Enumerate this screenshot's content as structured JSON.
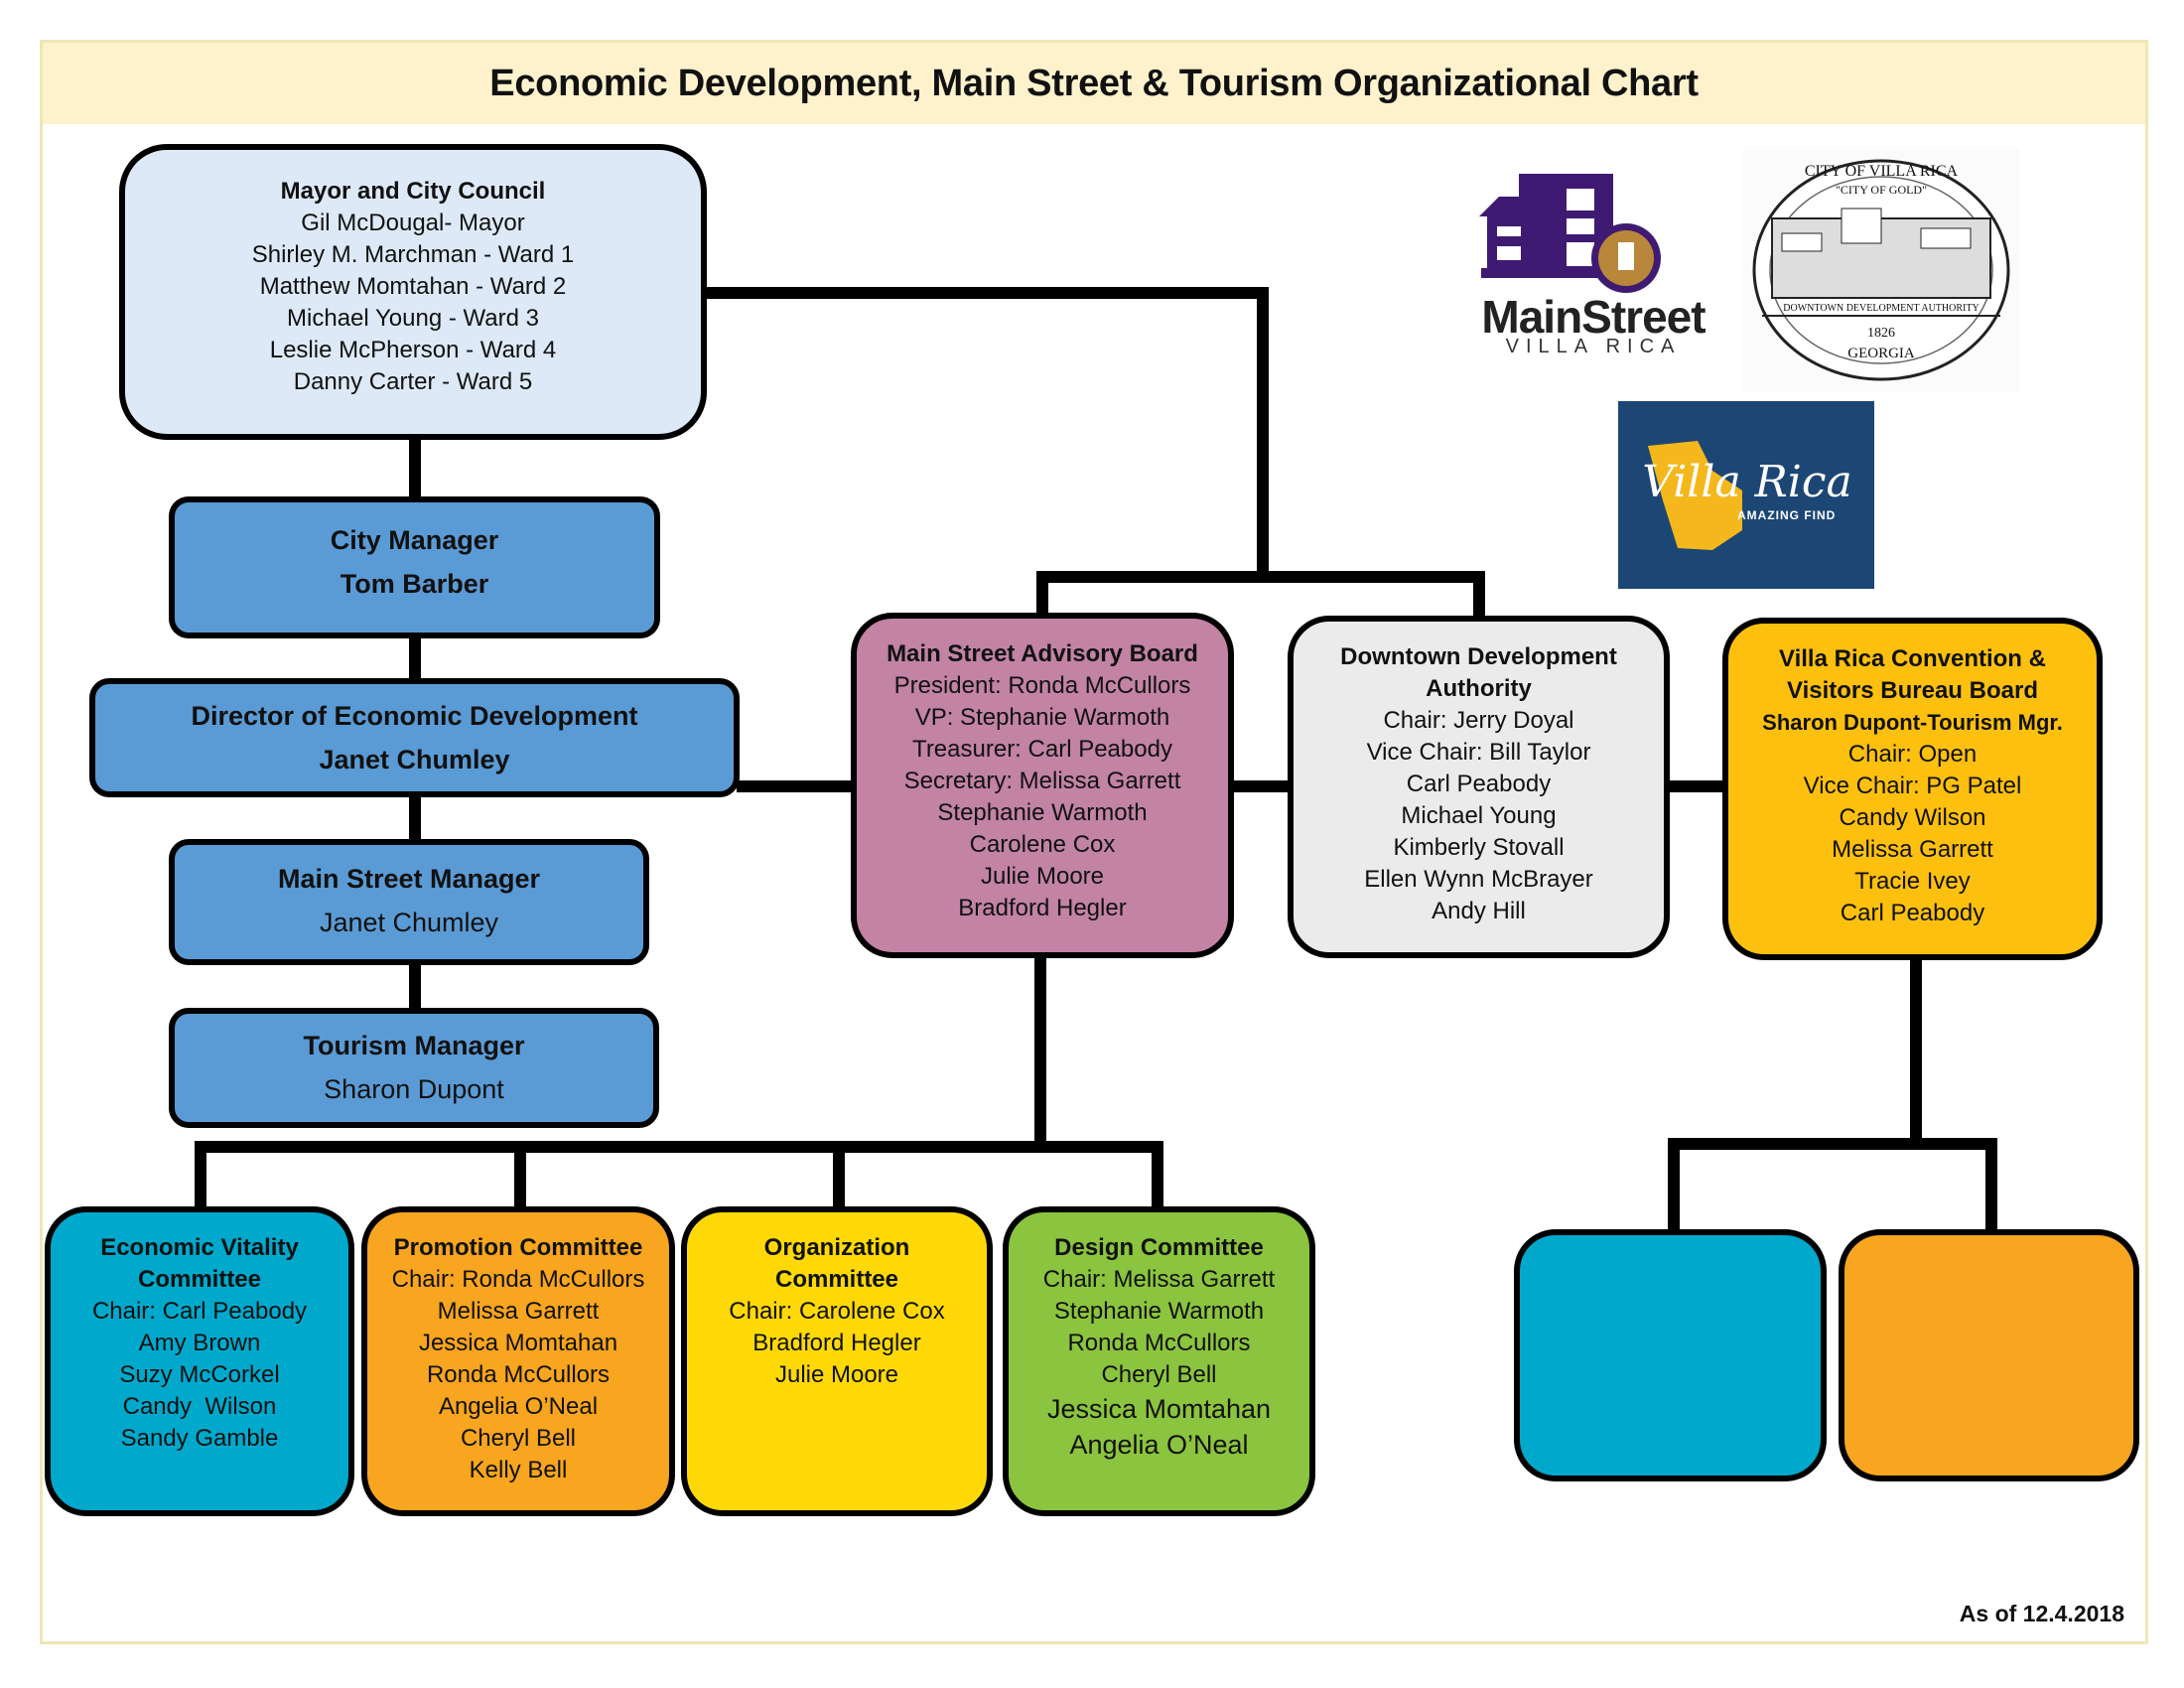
{
  "title": "Economic Development, Main Street & Tourism Organizational Chart",
  "as_of": "As of 12.4.2018",
  "colors": {
    "header_bg": "#fdf2cc",
    "mayor": "#dde9f6",
    "staff": "#5b9bd5",
    "advisory": "#c283a5",
    "dda": "#ebebeb",
    "cvb": "#fdc00f",
    "economic_vitality": "#00a9cc",
    "promotion": "#f8a51f",
    "organization": "#fed907",
    "design": "#8bc43f"
  },
  "mayor_council": {
    "title": "Mayor and City Council",
    "members": [
      "Gil McDougal- Mayor",
      "Shirley M. Marchman - Ward 1",
      "Matthew Momtahan - Ward 2",
      "Michael Young - Ward 3",
      "Leslie McPherson - Ward 4",
      "Danny Carter - Ward 5"
    ]
  },
  "staff": [
    {
      "title": "City Manager",
      "name": "Tom Barber"
    },
    {
      "title": "Director of Economic Development",
      "name": "Janet Chumley"
    },
    {
      "title": "Main Street Manager",
      "name": "Janet Chumley"
    },
    {
      "title": "Tourism Manager",
      "name": "Sharon Dupont"
    }
  ],
  "boards": {
    "advisory": {
      "title": "Main Street Advisory Board",
      "members": [
        "President: Ronda McCullors",
        "VP: Stephanie Warmoth",
        "Treasurer: Carl Peabody",
        "Secretary: Melissa Garrett",
        "Stephanie Warmoth",
        "Carolene Cox",
        "Julie Moore",
        "Bradford Hegler"
      ]
    },
    "dda": {
      "title_line1": "Downtown Development",
      "title_line2": "Authority",
      "members": [
        "Chair: Jerry Doyal",
        "Vice Chair: Bill Taylor",
        "Carl Peabody",
        "Michael Young",
        "Kimberly Stovall",
        "Ellen Wynn McBrayer",
        "Andy Hill"
      ]
    },
    "cvb": {
      "title_line1": "Villa Rica Convention &",
      "title_line2": "Visitors Bureau Board",
      "manager": "Sharon Dupont-Tourism Mgr.",
      "members": [
        "Chair: Open",
        "Vice Chair: PG Patel",
        "Candy Wilson",
        "Melissa Garrett",
        "Tracie Ivey",
        "Carl Peabody"
      ]
    }
  },
  "committees": [
    {
      "title_line1": "Economic Vitality",
      "title_line2": "Committee",
      "members": [
        "Chair: Carl Peabody",
        "Amy Brown",
        "Suzy McCorkel",
        "Candy  Wilson",
        "Sandy Gamble"
      ]
    },
    {
      "title_line1": "Promotion Committee",
      "title_line2": "",
      "members": [
        "Chair: Ronda McCullors",
        "Melissa Garrett",
        "Jessica Momtahan",
        "Ronda McCullors",
        "Angelia O’Neal",
        "Cheryl Bell",
        "Kelly Bell"
      ]
    },
    {
      "title_line1": "Organization",
      "title_line2": "Committee",
      "members": [
        "Chair: Carolene Cox",
        "Bradford Hegler",
        "Julie Moore"
      ]
    },
    {
      "title_line1": "Design Committee",
      "title_line2": "",
      "members": [
        "Chair: Melissa Garrett",
        "Stephanie Warmoth",
        "Ronda McCullors",
        "Cheryl Bell",
        "Jessica Momtahan",
        "Angelia O’Neal"
      ]
    }
  ],
  "logos": {
    "main_street": {
      "line1": "MainStreet",
      "line2": "VILLA RICA"
    },
    "seal": {
      "top": "CITY OF VILLA RICA",
      "motto": "\"CITY OF GOLD\"",
      "band": "DOWNTOWN DEVELOPMENT AUTHORITY",
      "year": "1826",
      "bottom": "GEORGIA"
    },
    "tourism": {
      "script": "Villa Rica",
      "tagline": "AMAZING FIND"
    }
  }
}
